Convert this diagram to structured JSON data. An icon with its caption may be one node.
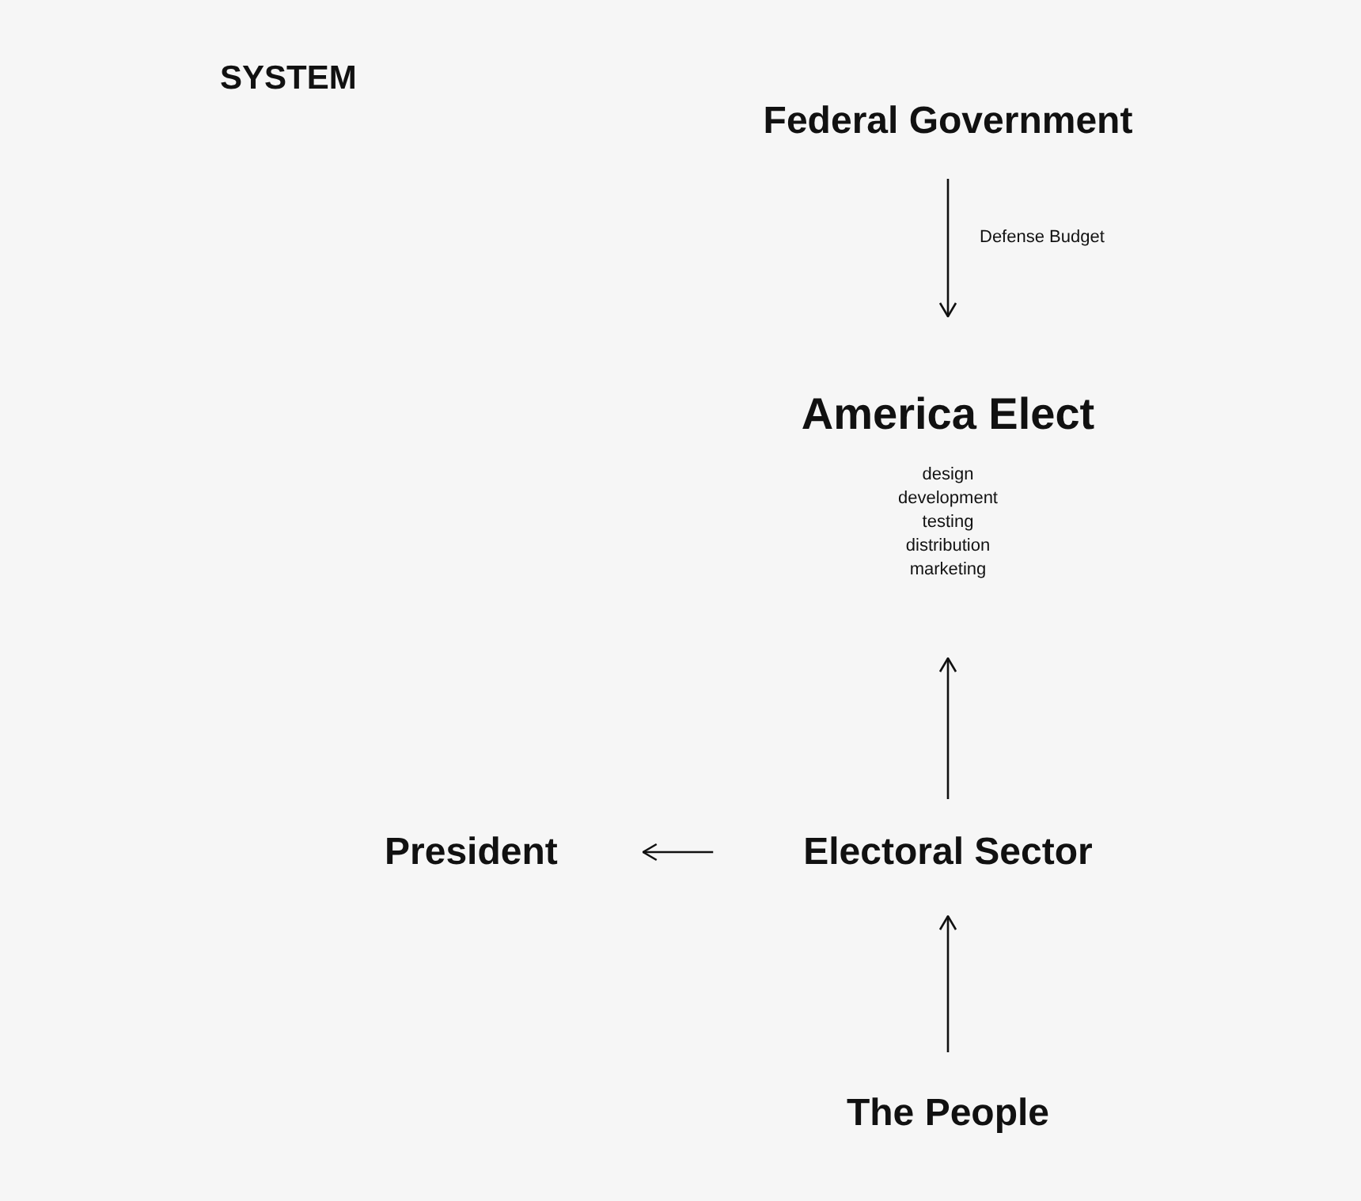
{
  "diagram": {
    "title": "SYSTEM",
    "nodes": [
      {
        "text": [
          "Federal Government"
        ]
      },
      {
        "text": [
          "America Elect",
          "design development testing distribution marketing"
        ]
      },
      {
        "text": [
          "President"
        ]
      },
      {
        "text": [
          "Electoral Sector"
        ]
      },
      {
        "text": [
          "The People"
        ]
      }
    ],
    "edges": [
      {
        "from": 0,
        "to": 1,
        "arrow": "to",
        "label": "Defense Budget"
      },
      {
        "from": 3,
        "to": 1,
        "arrow": "to"
      },
      {
        "from": 3,
        "to": 2,
        "arrow": "to"
      },
      {
        "from": 4,
        "to": 3,
        "arrow": "to"
      }
    ]
  }
}
